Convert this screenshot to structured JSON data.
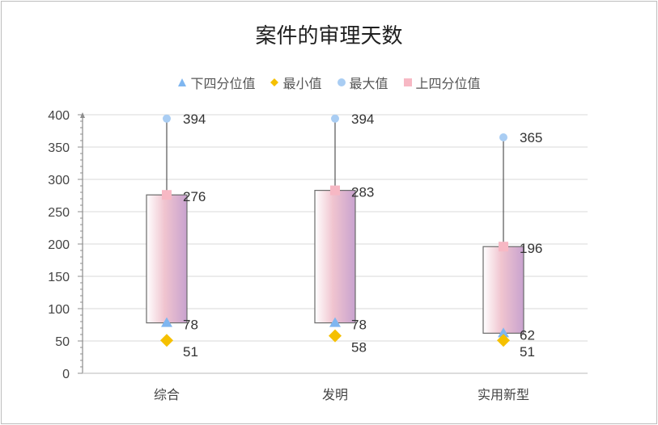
{
  "chart_data": {
    "type": "box",
    "title": "案件的审理天数",
    "categories": [
      "综合",
      "发明",
      "实用新型"
    ],
    "series": [
      {
        "name": "下四分位值",
        "marker": "triangle",
        "color": "#7fb6f0",
        "values": [
          78,
          78,
          62
        ]
      },
      {
        "name": "最小值",
        "marker": "diamond",
        "color": "#f5c000",
        "values": [
          51,
          58,
          51
        ]
      },
      {
        "name": "最大值",
        "marker": "circle",
        "color": "#a9cdf3",
        "values": [
          394,
          394,
          365
        ]
      },
      {
        "name": "上四分位值",
        "marker": "square",
        "color": "#f7b8c4",
        "values": [
          276,
          283,
          196
        ]
      }
    ],
    "ylim": [
      0,
      400
    ],
    "yticks": [
      0,
      50,
      100,
      150,
      200,
      250,
      300,
      350,
      400
    ],
    "grid": true,
    "legend": "top"
  }
}
